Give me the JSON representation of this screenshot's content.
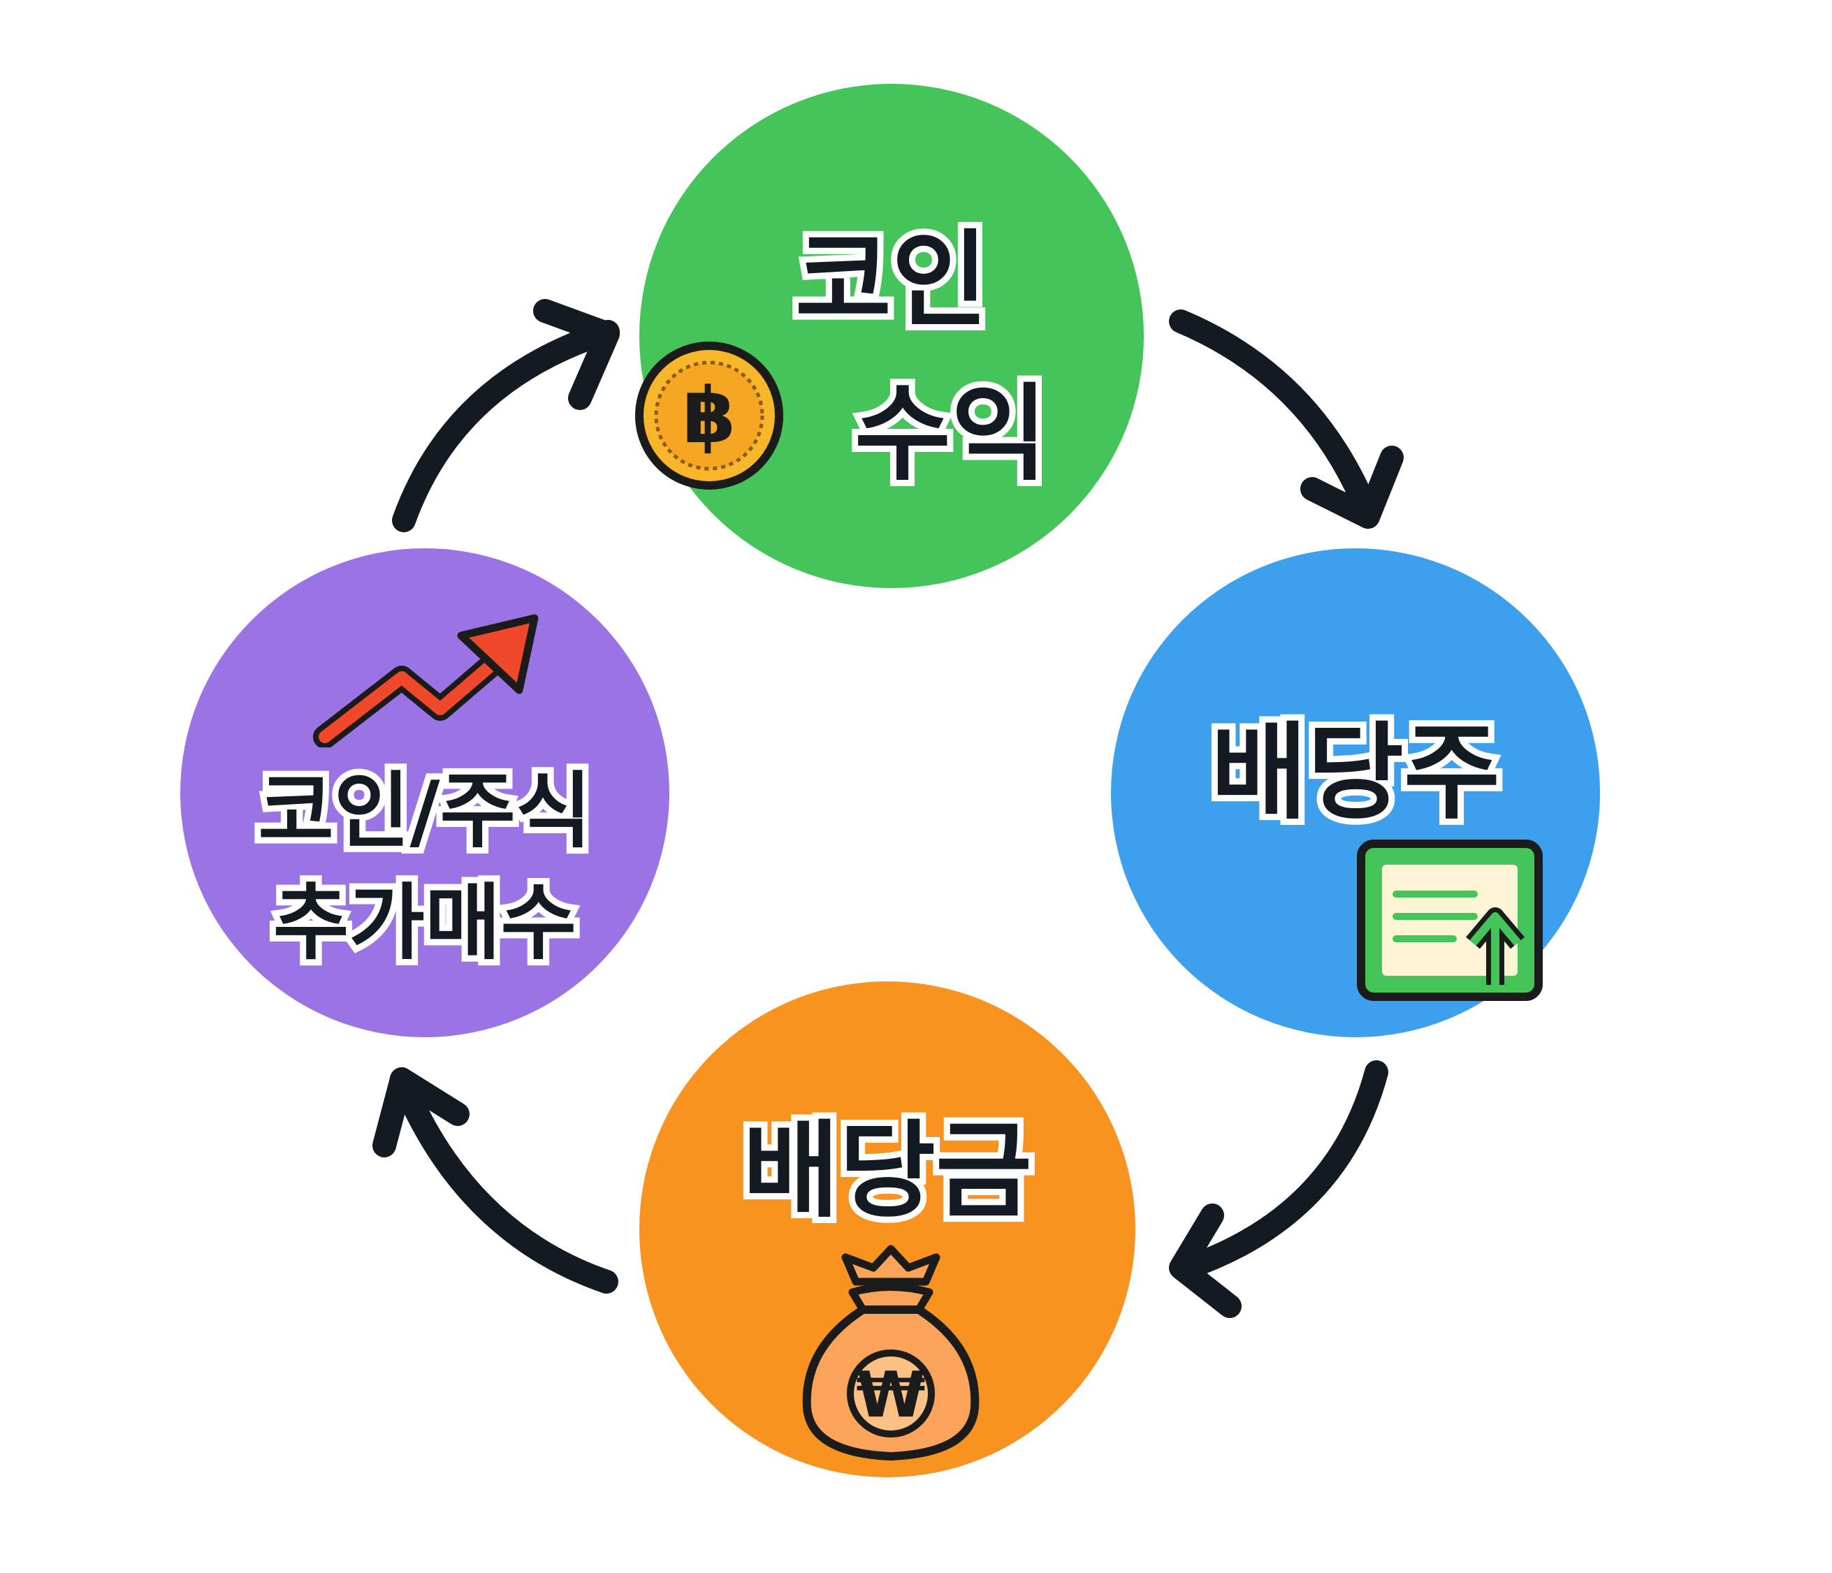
{
  "cycle": {
    "nodes": [
      {
        "id": "coin-profit",
        "lines": [
          "코인",
          "수익"
        ],
        "color": "#45c45a",
        "icon": "bitcoin-coin-icon"
      },
      {
        "id": "dividend-stock",
        "lines": [
          "배당주"
        ],
        "color": "#3ca0ec",
        "icon": "stock-certificate-icon"
      },
      {
        "id": "dividend-money",
        "lines": [
          "배당금"
        ],
        "color": "#f7931e",
        "icon": "won-money-bag-icon"
      },
      {
        "id": "reinvest",
        "lines": [
          "코인/주식",
          "추가매수"
        ],
        "color": "#9a74e5",
        "icon": "trend-up-arrow-icon"
      }
    ],
    "arrows": [
      {
        "from": "coin-profit",
        "to": "dividend-stock"
      },
      {
        "from": "dividend-stock",
        "to": "dividend-money"
      },
      {
        "from": "dividend-money",
        "to": "reinvest"
      },
      {
        "from": "reinvest",
        "to": "coin-profit"
      }
    ],
    "arrow_color": "#141a22"
  }
}
